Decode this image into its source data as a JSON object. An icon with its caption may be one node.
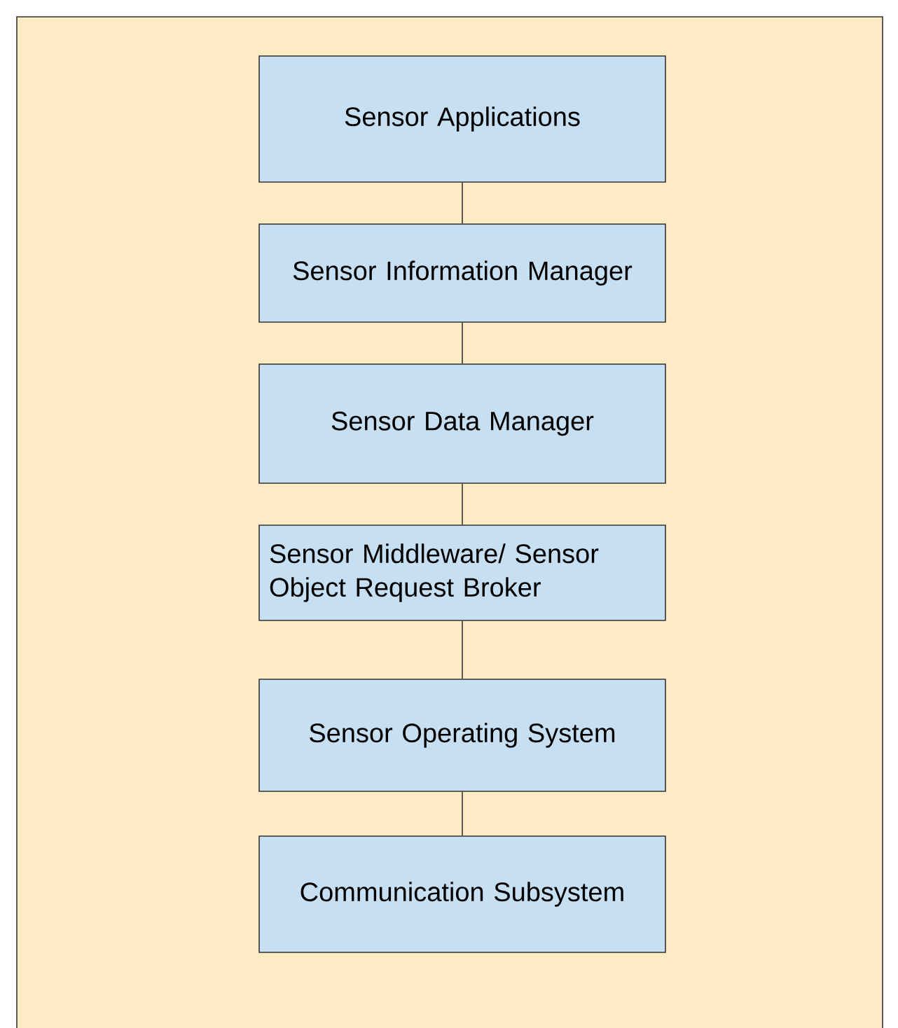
{
  "diagram": {
    "nodes": [
      {
        "text": [
          "Sensor Applications"
        ]
      },
      {
        "text": [
          "Sensor Information Manager"
        ]
      },
      {
        "text": [
          "Sensor Data Manager"
        ]
      },
      {
        "text": [
          "Sensor Middleware/ Sensor Object Request Broker"
        ]
      },
      {
        "text": [
          "Sensor Operating System"
        ]
      },
      {
        "text": [
          "Communication Subsystem"
        ]
      }
    ],
    "edges": [
      {
        "from": 0,
        "to": 1,
        "arrow": "none"
      },
      {
        "from": 1,
        "to": 2,
        "arrow": "none"
      },
      {
        "from": 2,
        "to": 3,
        "arrow": "none"
      },
      {
        "from": 3,
        "to": 4,
        "arrow": "none"
      },
      {
        "from": 4,
        "to": 5,
        "arrow": "none"
      }
    ]
  }
}
